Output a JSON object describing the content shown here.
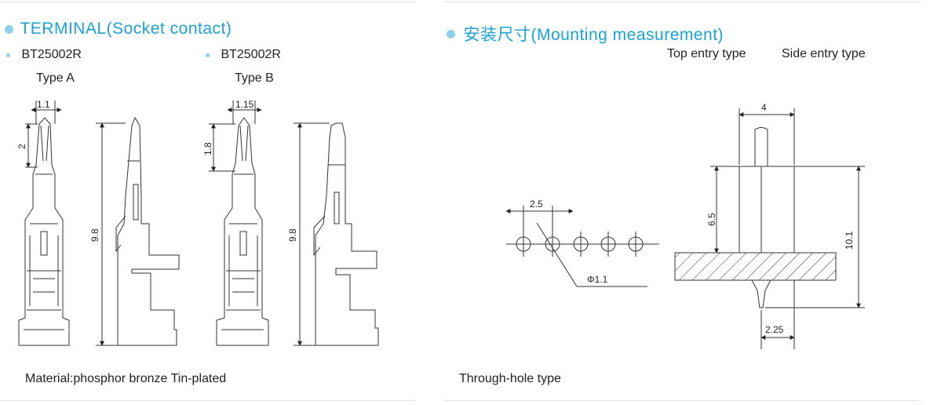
{
  "left": {
    "title": "TERMINAL(Socket contact)",
    "part_a": "BT25002R",
    "part_b": "BT25002R",
    "type_a": "Type A",
    "type_b": "Type B",
    "dim_a_width": "1.1",
    "dim_a_tip": "2",
    "dim_a_length": "9.8",
    "dim_b_width": "1.15",
    "dim_b_tip": "1.8",
    "dim_b_length": "9.8",
    "material": "Material:phosphor bronze Tin-plated"
  },
  "right": {
    "title": "安装尺寸(Mounting measurement)",
    "top_entry": "Top entry type",
    "side_entry": "Side entry type",
    "pitch": "2.5",
    "hole": "Φ1.1",
    "pin_width": "4",
    "pin_height": "6.5",
    "total_height": "10.1",
    "bottom_width": "2.25",
    "through_hole": "Through-hole type"
  },
  "colors": {
    "accent": "#1aa3d6",
    "bullet": "#8fd0ef",
    "line": "#333333"
  }
}
